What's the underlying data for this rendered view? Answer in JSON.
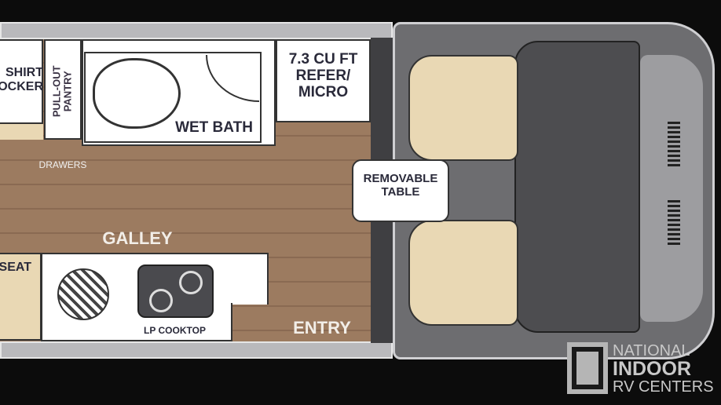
{
  "floorplan": {
    "rooms": {
      "shirt_locker": "SHIRT\nLOCKER",
      "pantry": "PULL-OUT\nPANTRY",
      "wet_bath": "WET BATH",
      "refer": "7.3 CU FT\nREFER/\nMICRO",
      "drawers": "DRAWERS",
      "table": "REMOVABLE\nTABLE",
      "galley": "GALLEY",
      "seat": "SEAT",
      "cooktop": "LP COOKTOP",
      "entry": "ENTRY"
    },
    "colors": {
      "floor": "#9c7b60",
      "seat": "#e9d8b4",
      "cab": "#3f3f42",
      "wall": "#b9b9bc"
    }
  },
  "logo": {
    "line1": "NATIONAL",
    "line2": "INDOOR",
    "line3": "RV CENTERS"
  }
}
